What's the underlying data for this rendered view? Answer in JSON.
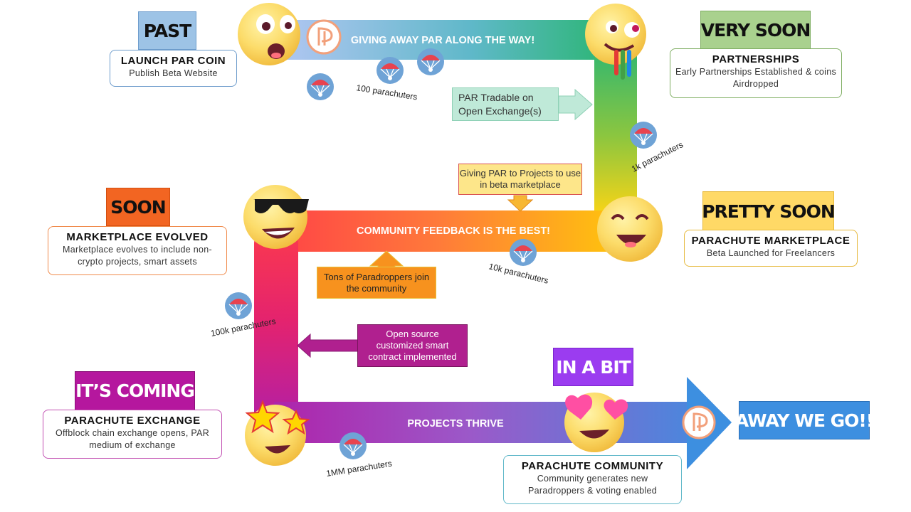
{
  "banners": {
    "top": "GIVING AWAY PAR ALONG THE WAY!",
    "middle": "COMMUNITY FEEDBACK IS THE BEST!",
    "bottom": "PROJECTS THRIVE"
  },
  "stages": {
    "past": {
      "tag": "PAST",
      "title": "LAUNCH PAR COIN",
      "desc": "Publish Beta Website",
      "color": "#9dc3e6"
    },
    "very_soon": {
      "tag": "VERY SOON",
      "title": "PARTNERSHIPS",
      "desc": "Early Partnerships Established & coins Airdropped",
      "color": "#a9d18e"
    },
    "pretty_soon": {
      "tag": "PRETTY SOON",
      "title": "PARACHUTE MARKETPLACE",
      "desc": "Beta Launched for Freelancers",
      "color": "#ffd966"
    },
    "soon": {
      "tag": "SOON",
      "title": "MARKETPLACE EVOLVED",
      "desc": "Marketplace evolves to include non-crypto projects, smart assets",
      "color": "#f26522"
    },
    "its_coming": {
      "tag": "IT’S COMING",
      "title": "PARACHUTE EXCHANGE",
      "desc": "Offblock chain exchange opens, PAR medium of exchange",
      "color": "#b5179e"
    },
    "in_a_bit": {
      "tag": "IN A BIT",
      "title": "PARACHUTE COMMUNITY",
      "desc": "Community generates new Paradroppers & voting enabled",
      "color": "#9b3cf0"
    },
    "away": {
      "tag": "AWAY WE GO!!",
      "color": "#3d8fe0"
    }
  },
  "notes": {
    "tradable": "PAR Tradable  on Open Exchange(s)",
    "giving": "Giving PAR to Projects to use in beta marketplace",
    "tons": "Tons of Paradroppers join the community",
    "open_source": "Open source customized smart contract implemented"
  },
  "parachuters": {
    "p100": "100 parachuters",
    "p1k": "1k parachuters",
    "p10k": "10k parachuters",
    "p100k": "100k parachuters",
    "p1mm": "1MM parachuters"
  }
}
